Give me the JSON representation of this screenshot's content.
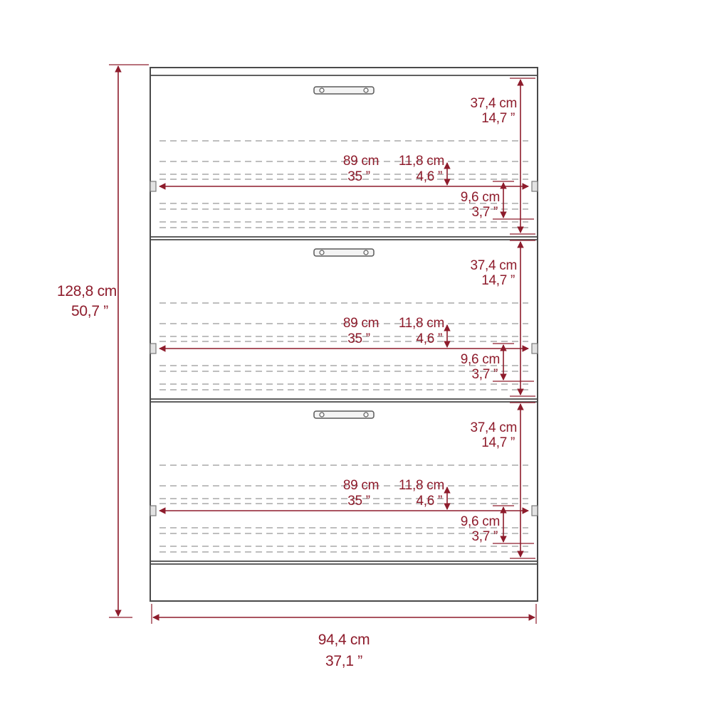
{
  "colors": {
    "dimension": "#8e1c2c",
    "cabinet_line": "#4a4a4a",
    "dashed_line": "#a8a8a8"
  },
  "overall": {
    "height_cm": "128,8 cm",
    "height_in": "50,7 ”",
    "width_cm": "94,4 cm",
    "width_in": "37,1 ”"
  },
  "drawers": [
    {
      "height_cm": "37,4 cm",
      "height_in": "14,7 ”",
      "width_cm": "89 cm",
      "width_in": "35 ”",
      "upper_gap_cm": "11,8 cm",
      "upper_gap_in": "4,6 ”",
      "lower_gap_cm": "9,6 cm",
      "lower_gap_in": "3,7 ”"
    },
    {
      "height_cm": "37,4 cm",
      "height_in": "14,7 ”",
      "width_cm": "89 cm",
      "width_in": "35 ”",
      "upper_gap_cm": "11,8 cm",
      "upper_gap_in": "4,6 ”",
      "lower_gap_cm": "9,6 cm",
      "lower_gap_in": "3,7 ”"
    },
    {
      "height_cm": "37,4 cm",
      "height_in": "14,7 ”",
      "width_cm": "89 cm",
      "width_in": "35 ”",
      "upper_gap_cm": "11,8 cm",
      "upper_gap_in": "4,6 ”",
      "lower_gap_cm": "9,6 cm",
      "lower_gap_in": "3,7 ”"
    }
  ]
}
